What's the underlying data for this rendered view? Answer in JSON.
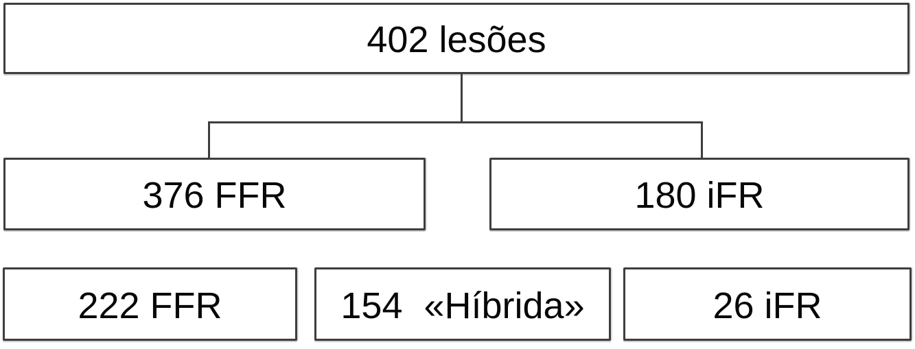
{
  "colors": {
    "border": "#3e3e3e",
    "line": "#3e3e3e",
    "text": "#070707",
    "background": "#ffffff"
  },
  "diagram": {
    "type": "flowchart",
    "nodes": {
      "root": {
        "label": "402 lesões"
      },
      "ffr": {
        "label": "376 FFR"
      },
      "ifr": {
        "label": "180 iFR"
      },
      "ffr_final": {
        "label": "222 FFR"
      },
      "hybrid": {
        "label": "154 «Híbrida»"
      },
      "ifr_final": {
        "label": "26 iFR"
      }
    },
    "edges": [
      {
        "from": "root",
        "to": "ffr"
      },
      {
        "from": "root",
        "to": "ifr"
      }
    ]
  }
}
